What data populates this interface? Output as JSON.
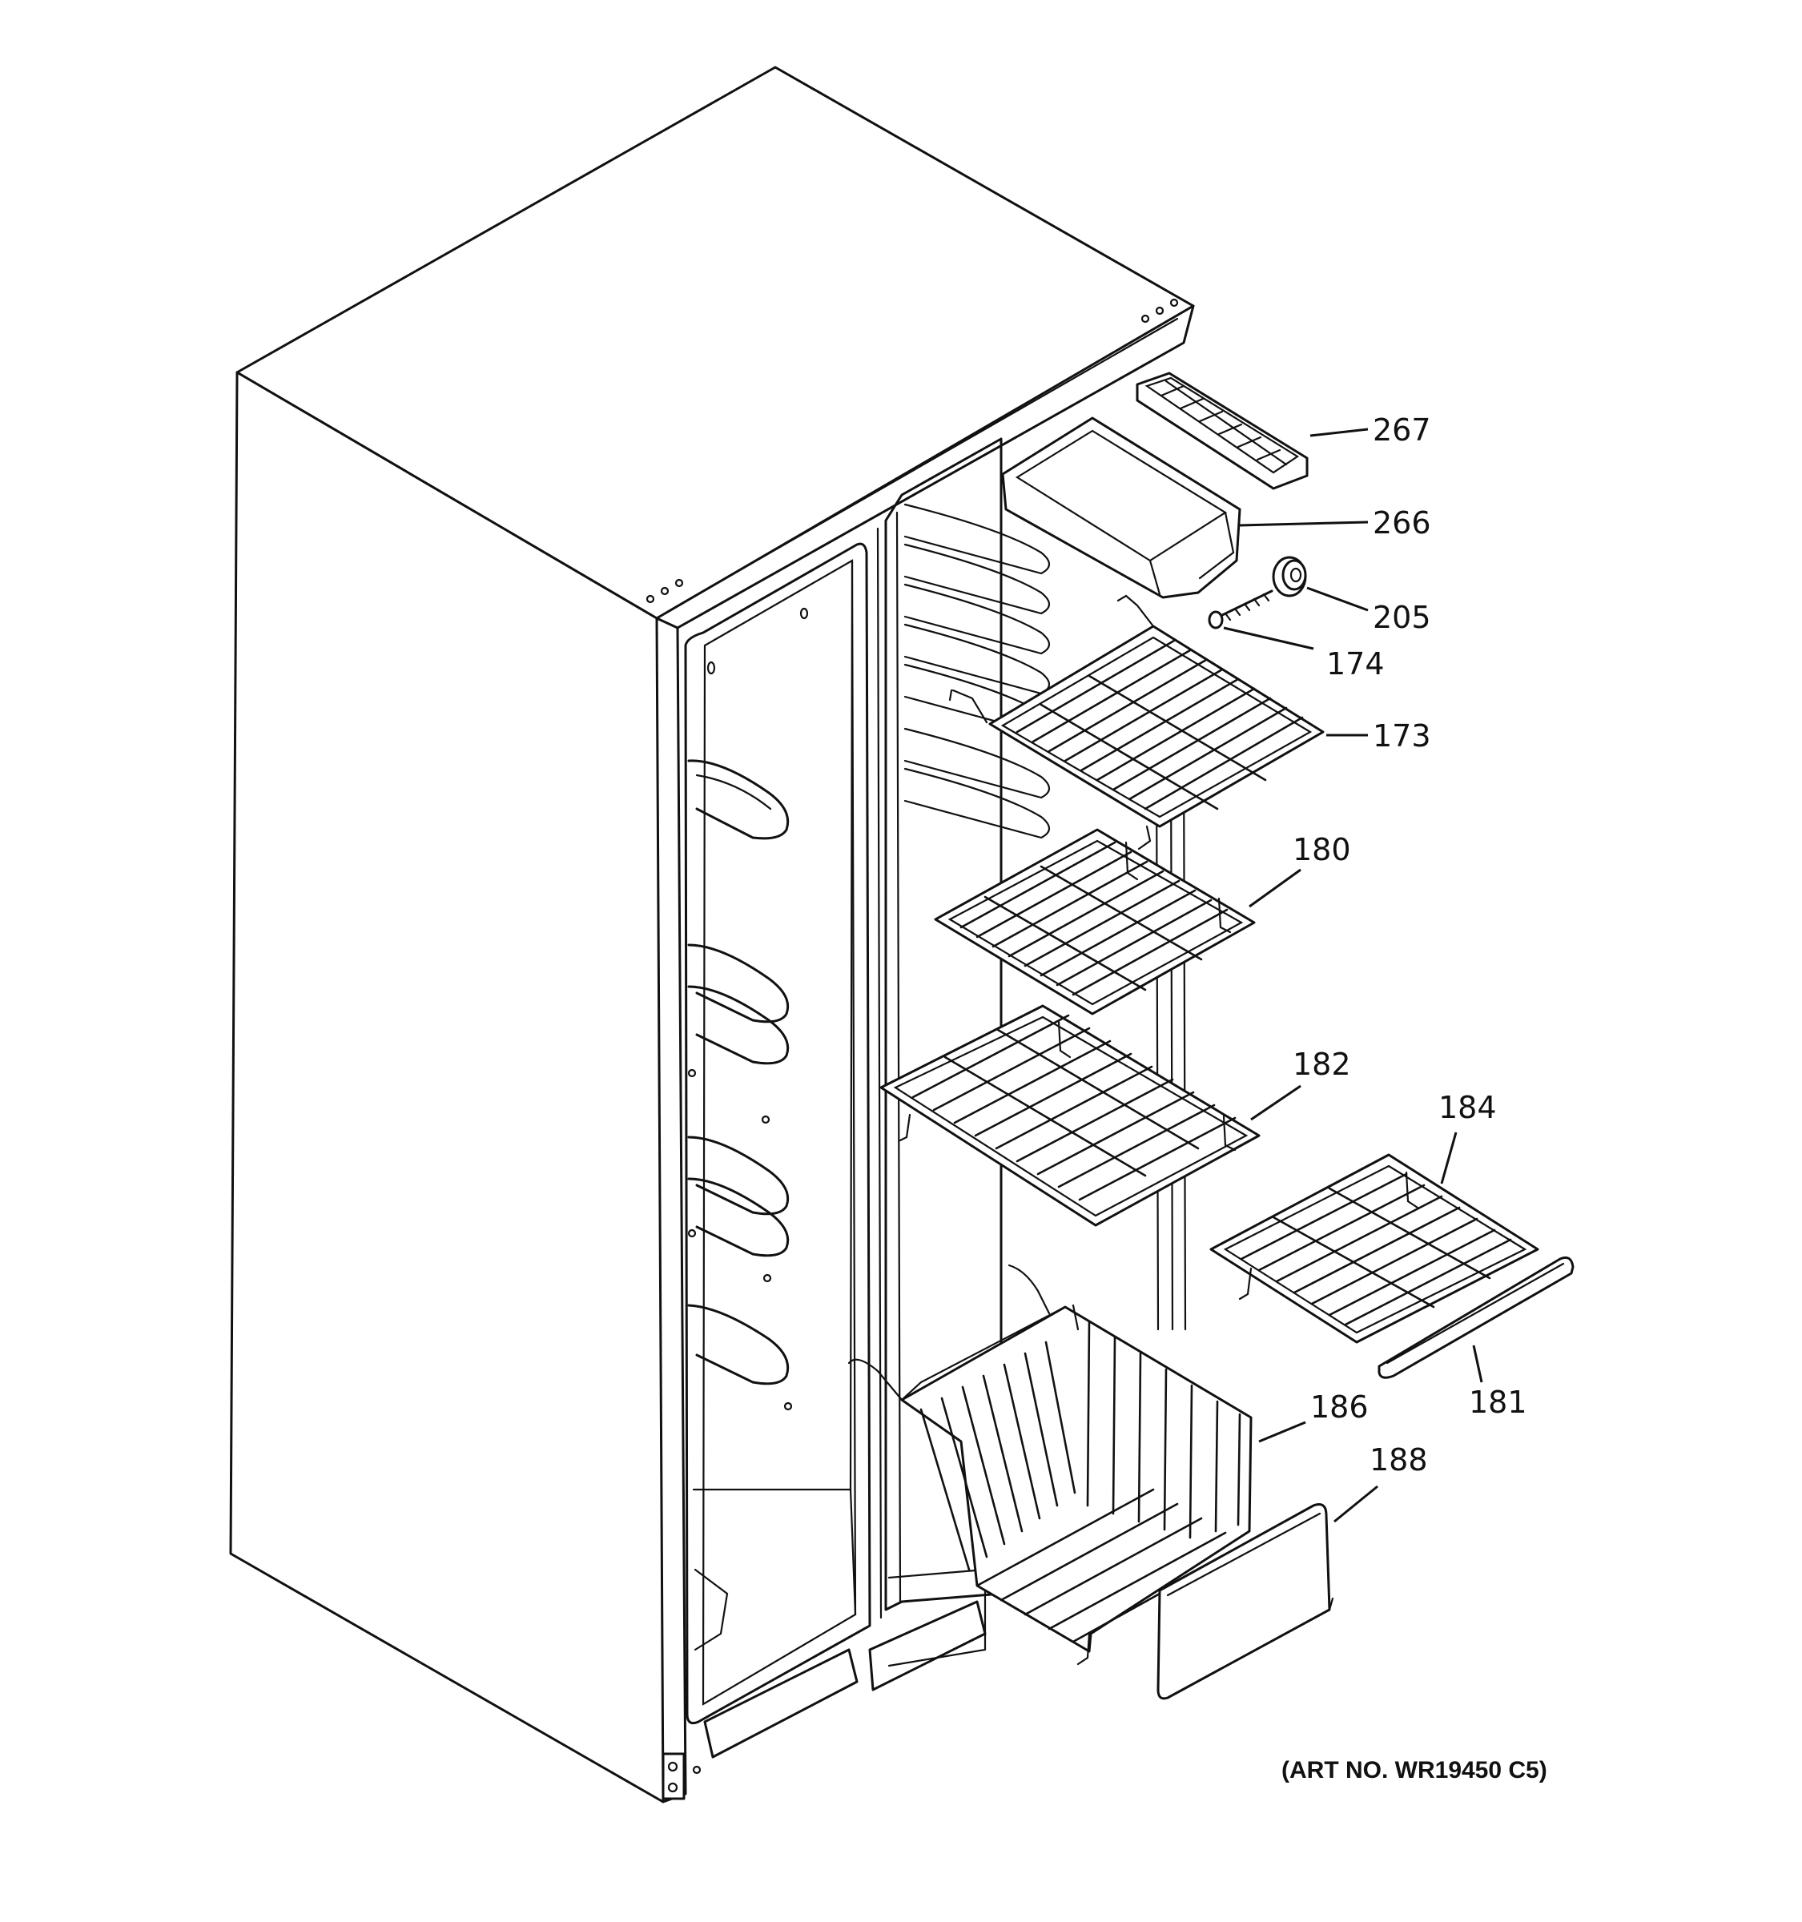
{
  "callouts": [
    {
      "id": "267",
      "label": "267",
      "part": "ice tray"
    },
    {
      "id": "266",
      "label": "266",
      "part": "ice bucket"
    },
    {
      "id": "205",
      "label": "205",
      "part": "spacer"
    },
    {
      "id": "174",
      "label": "174",
      "part": "screw"
    },
    {
      "id": "173",
      "label": "173",
      "part": "top freezer shelf"
    },
    {
      "id": "180",
      "label": "180",
      "part": "freezer shelf"
    },
    {
      "id": "182",
      "label": "182",
      "part": "freezer shelf"
    },
    {
      "id": "184",
      "label": "184",
      "part": "door-side shelf"
    },
    {
      "id": "181",
      "label": "181",
      "part": "shelf trim"
    },
    {
      "id": "186",
      "label": "186",
      "part": "freezer basket"
    },
    {
      "id": "188",
      "label": "188",
      "part": "basket front"
    }
  ],
  "art_number": "(ART NO. WR19450 C5)"
}
